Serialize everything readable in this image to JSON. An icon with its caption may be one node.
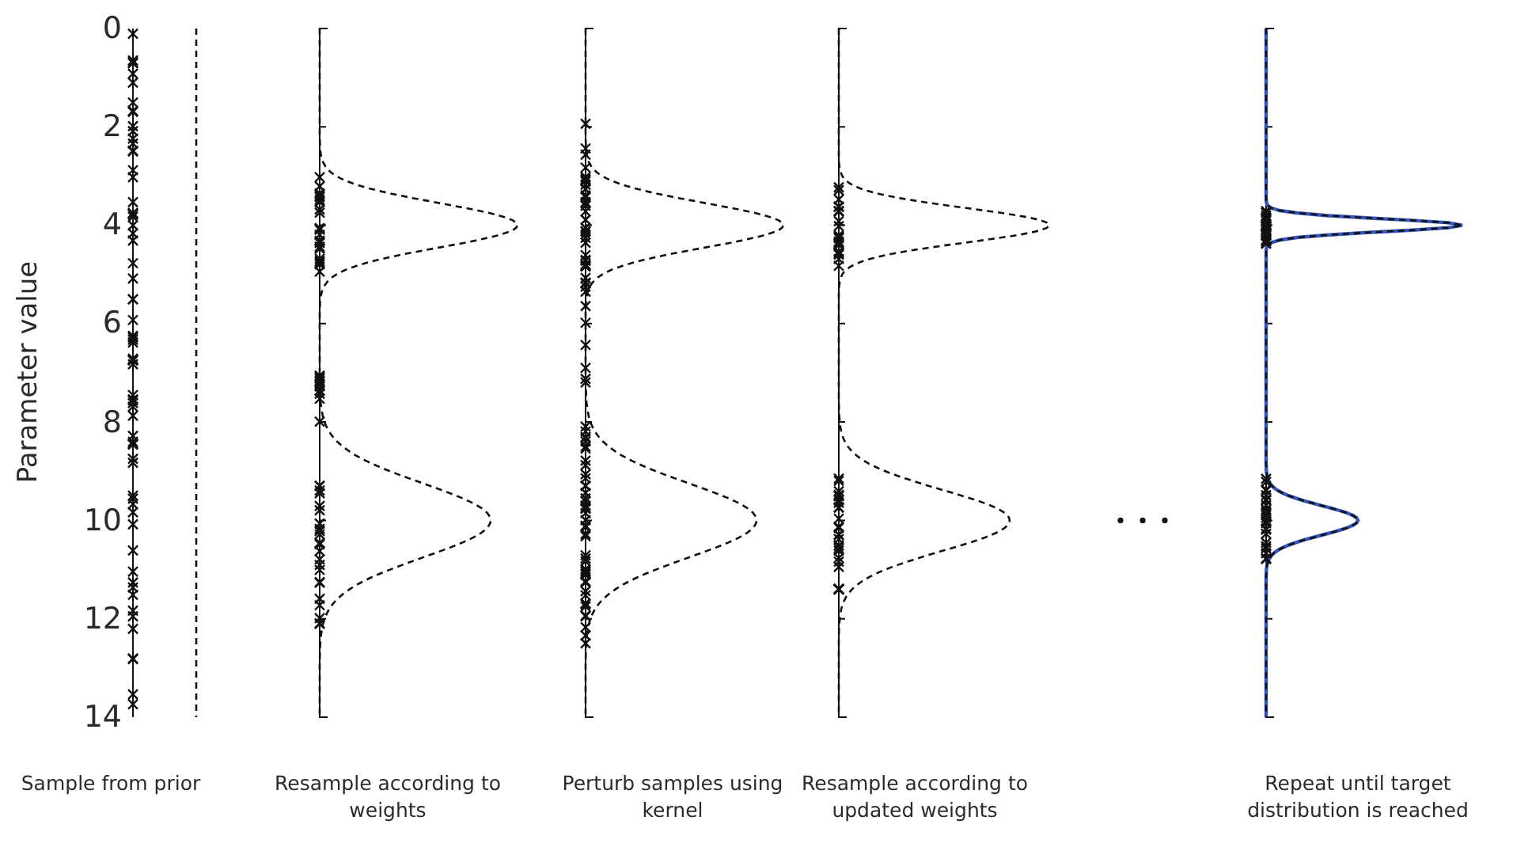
{
  "diagram": {
    "labels": [
      "Parameter value",
      "0",
      "2",
      "4",
      "6",
      "8",
      "10",
      "12",
      "14",
      "Sample from prior",
      "Resample according to weights",
      "Perturb samples using kernel",
      "Resample according to updated weights",
      "Repeat until target distribution is reached"
    ]
  }
}
